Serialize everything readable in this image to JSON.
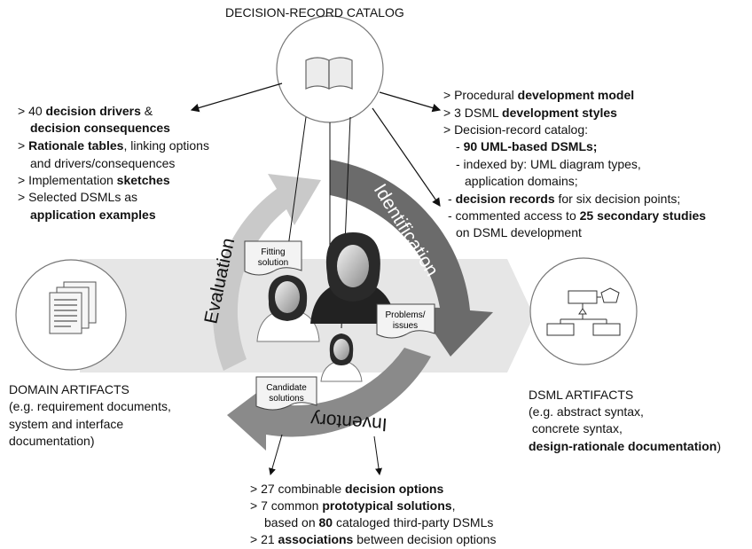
{
  "catalog": {
    "title": "DECISION-RECORD CATALOG",
    "icon": "open-book-icon"
  },
  "left_list": [
    {
      "a": "> 40 ",
      "b": "decision drivers",
      "c": " &"
    },
    {
      "a": "",
      "b": "decision consequences",
      "c": ""
    },
    {
      "a": "> ",
      "b": "Rationale tables",
      "c": ", linking options"
    },
    {
      "a": "and drivers/consequences",
      "b": "",
      "c": ""
    },
    {
      "a": "> Implementation ",
      "b": "sketches",
      "c": ""
    },
    {
      "a": "> Selected DSMLs as",
      "b": "",
      "c": ""
    },
    {
      "a": "",
      "b": "application examples",
      "c": ""
    }
  ],
  "right_list": [
    {
      "a": "> Procedural ",
      "b": "development model",
      "c": ""
    },
    {
      "a": "> 3 DSML ",
      "b": "development styles",
      "c": ""
    },
    {
      "a": "> Decision-record catalog:",
      "b": "",
      "c": ""
    },
    {
      "a": "- ",
      "b": "90 UML-based DSMLs;",
      "c": ""
    },
    {
      "a": "- indexed by: UML diagram types,",
      "b": "",
      "c": ""
    },
    {
      "a": "application domains;",
      "b": "",
      "c": ""
    },
    {
      "a": "- ",
      "b": "decision records",
      "c": " for six decision points;"
    },
    {
      "a": "- commented access to ",
      "b": "25 secondary studies",
      "c": ""
    },
    {
      "a": "on DSML development",
      "b": "",
      "c": ""
    }
  ],
  "bottom_list": [
    {
      "a": "> 27 combinable ",
      "b": "decision options",
      "c": ""
    },
    {
      "a": "> 7 common ",
      "b": "prototypical solutions",
      "c": ","
    },
    {
      "a": "based on ",
      "b": "80",
      "c": " cataloged third-party DSMLs"
    },
    {
      "a": "> 21 ",
      "b": "associations",
      "c": " between decision options"
    }
  ],
  "cycle": {
    "identification": "Identification",
    "evaluation": "Evaluation",
    "inventory": "Inventory"
  },
  "notes": {
    "fitting": [
      "Fitting",
      "solution"
    ],
    "problems": [
      "Problems/",
      "issues"
    ],
    "candidate": [
      "Candidate",
      "solutions"
    ]
  },
  "domain": {
    "title": "DOMAIN ARTIFACTS",
    "lines": [
      "(e.g. requirement documents,",
      "system and interface",
      "documentation)"
    ],
    "icon": "documents-icon"
  },
  "dsml": {
    "title": "DSML ARTIFACTS",
    "lines": [
      "(e.g. abstract syntax,",
      " concrete syntax,"
    ],
    "bold_line": "design-rationale documentation",
    "bold_suffix": ")",
    "icon": "uml-diagram-icon"
  },
  "colors": {
    "band": "#e4e4e4",
    "arrow_light": "#c9c9c9",
    "arrow_dark": "#6e6e6e",
    "arrow_mid": "#8c8c8c"
  }
}
